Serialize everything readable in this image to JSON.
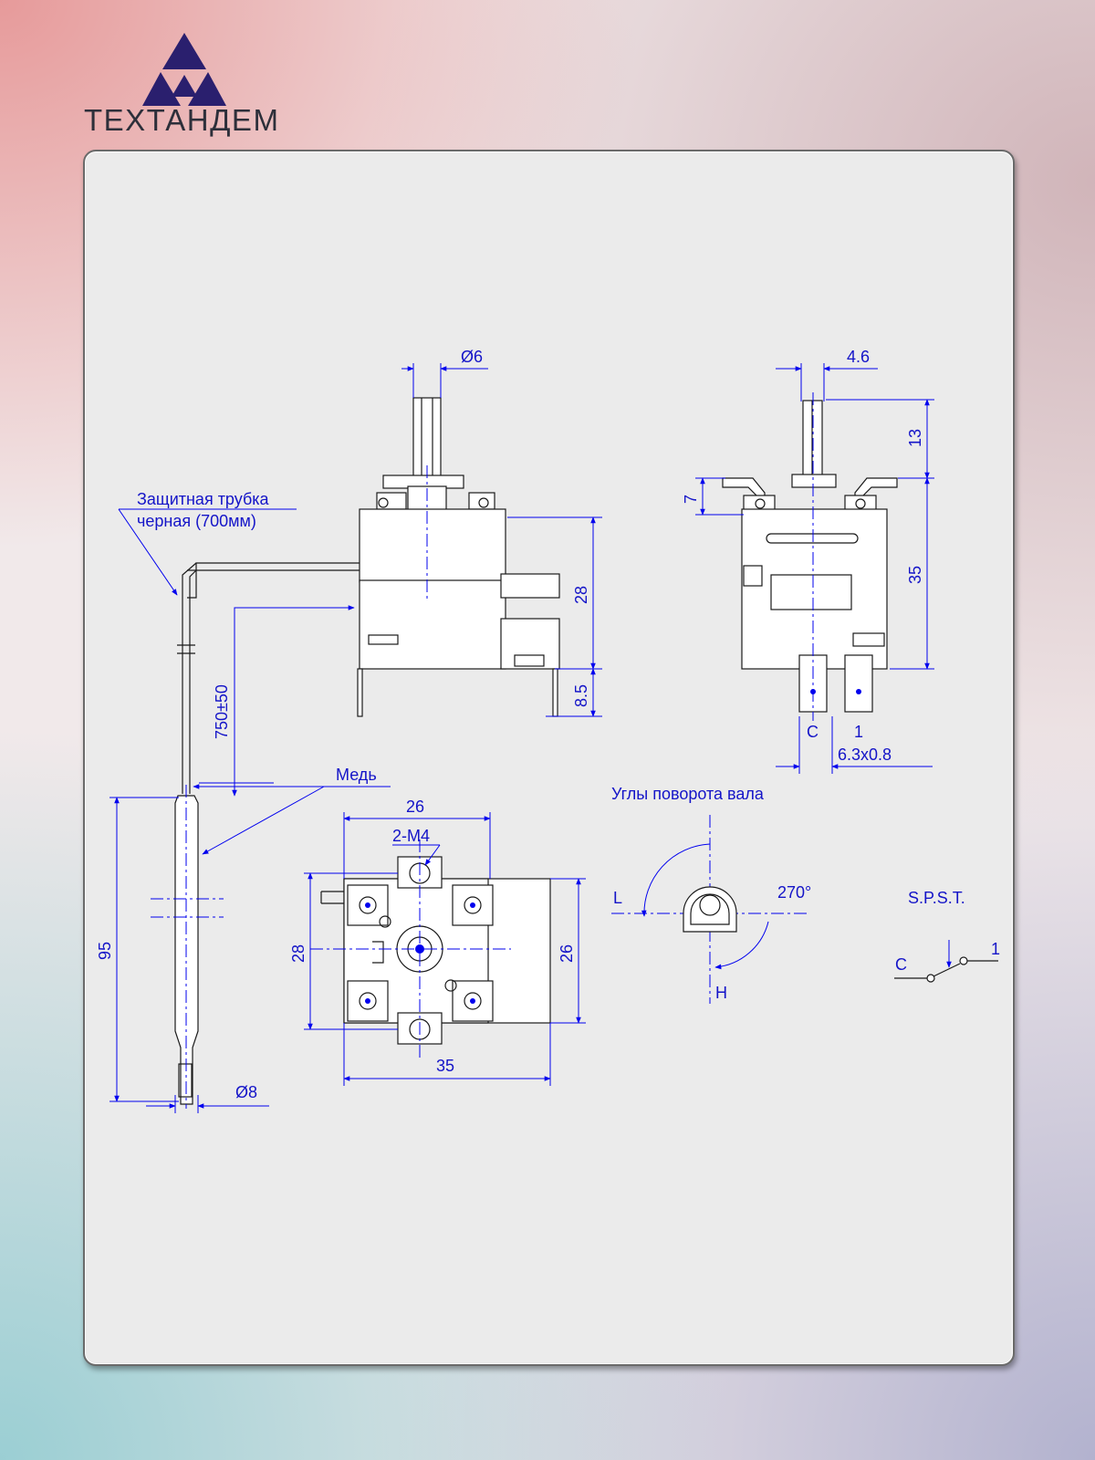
{
  "brand": {
    "name": "ТЕХТАНДЕМ",
    "colors": {
      "mark": "#2a1f6e",
      "text": "#2d2f3a",
      "dimension": "#0000ee"
    }
  },
  "drawing": {
    "dims": {
      "shaft_diameter": "Ø6",
      "shaft_width": "4.6",
      "shaft_height": "13",
      "bracket_height": "7",
      "body_height_side": "35",
      "body_height_front": "28",
      "terminal_length": "8.5",
      "capillary_length": "750±50",
      "bulb_length": "95",
      "bulb_diameter": "Ø8",
      "top_width": "26",
      "mount_holes": "2-M4",
      "top_height_left": "28",
      "top_height_right": "26",
      "top_length": "35",
      "terminal_size": "6.3x0.8"
    },
    "notes": {
      "protective_tube_line1": "Защитная трубка",
      "protective_tube_line2": "черная (700мм)",
      "copper": "Медь",
      "rotation_title": "Углы поворота вала",
      "rotation_angle": "270°",
      "rotation_left": "L",
      "rotation_right": "H"
    },
    "terminals": {
      "common": "C",
      "one": "1"
    },
    "switch": {
      "type": "S.P.S.T.",
      "common": "C",
      "one": "1"
    }
  }
}
